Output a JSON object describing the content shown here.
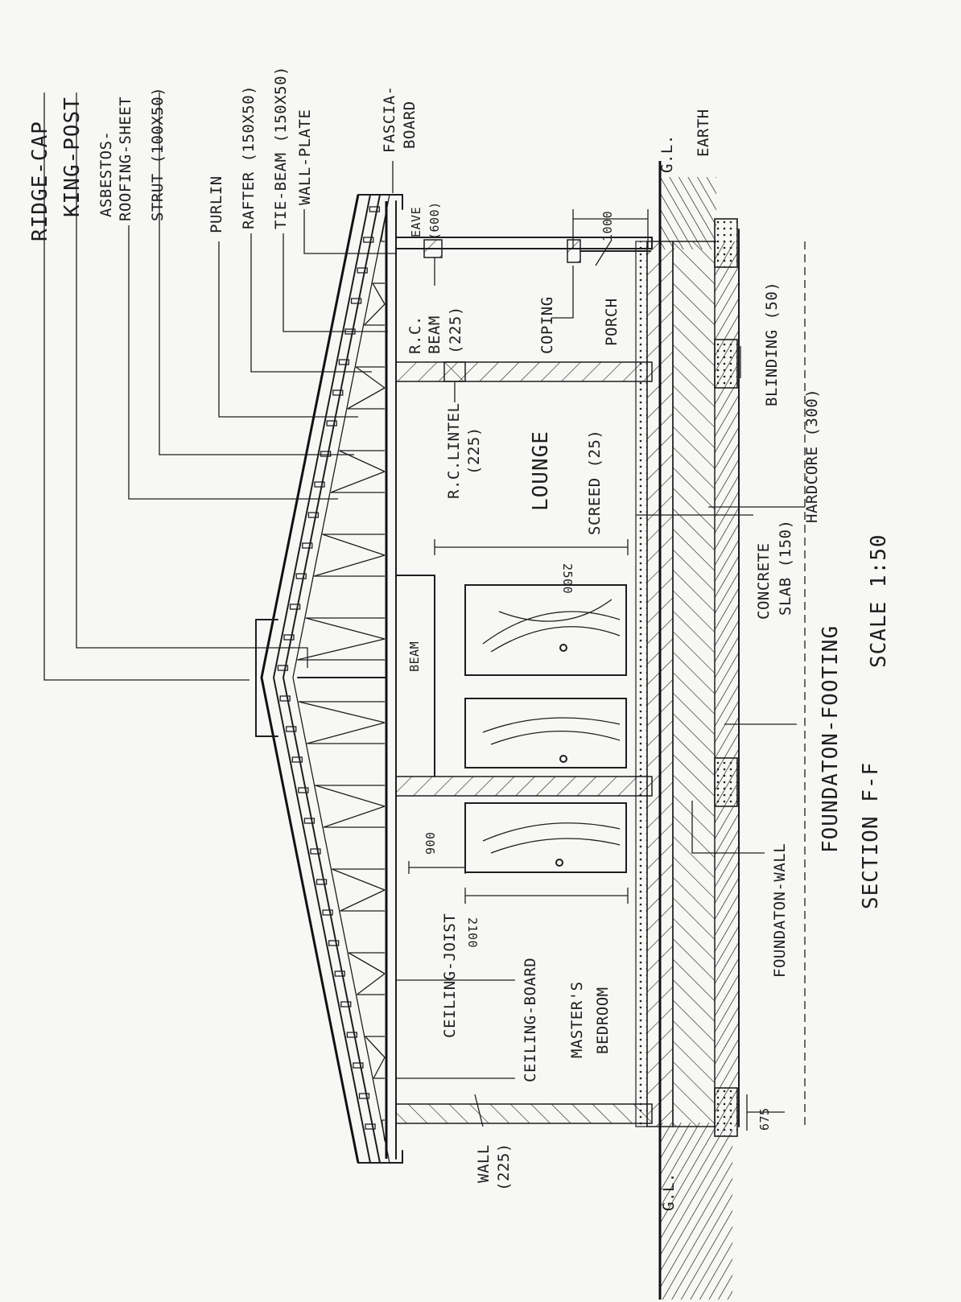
{
  "drawing": {
    "title": "SECTION F-F",
    "scale": "SCALE 1:50",
    "ink_color": "#1e1e1e",
    "paper_color": "#f7f7f5"
  },
  "labels": {
    "ridge_cap": "RIDGE-CAP",
    "king_post": "KING-POST",
    "asbestos_1": "ASBESTOS-",
    "asbestos_2": "ROOFING-SHEET",
    "strut": "STRUT (100X50)",
    "purlin": "PURLIN",
    "rafter": "RAFTER (150X50)",
    "tie_beam": "TIE-BEAM (150X50)",
    "wall_plate": "WALL-PLATE",
    "fascia_1": "FASCIA-",
    "fascia_2": "BOARD",
    "eave": "EAVE",
    "eave_dim": "(600)",
    "gl": "G.L.",
    "earth": "EARTH",
    "rc_beam_1": "R.C.",
    "rc_beam_2": "BEAM",
    "rc_beam_3": "(225)",
    "coping": "COPING",
    "porch": "PORCH",
    "blinding": "BLINDING (50)",
    "dim_1000": "1000",
    "rc_lintel_1": "R.C.LINTEL",
    "rc_lintel_2": "(225)",
    "lounge": "LOUNGE",
    "screed": "SCREED (25)",
    "hardcore": "HARDCORE (300)",
    "concrete_1": "CONCRETE",
    "concrete_2": "SLAB (150)",
    "dim_2500": "2500",
    "beam": "BEAM",
    "foundation_footing": "FOUNDATON-FOOTING",
    "foundation_wall": "FOUNDATON-WALL",
    "dim_900": "900",
    "dim_2100": "2100",
    "ceiling_joist": "CEILING-JOIST",
    "ceiling_board": "CEILING-BOARD",
    "masters_1": "MASTER'S",
    "masters_2": "BEDROOM",
    "dim_675": "675",
    "wall_1": "WALL",
    "wall_2": "(225)",
    "gl_bottom": "G.L."
  }
}
